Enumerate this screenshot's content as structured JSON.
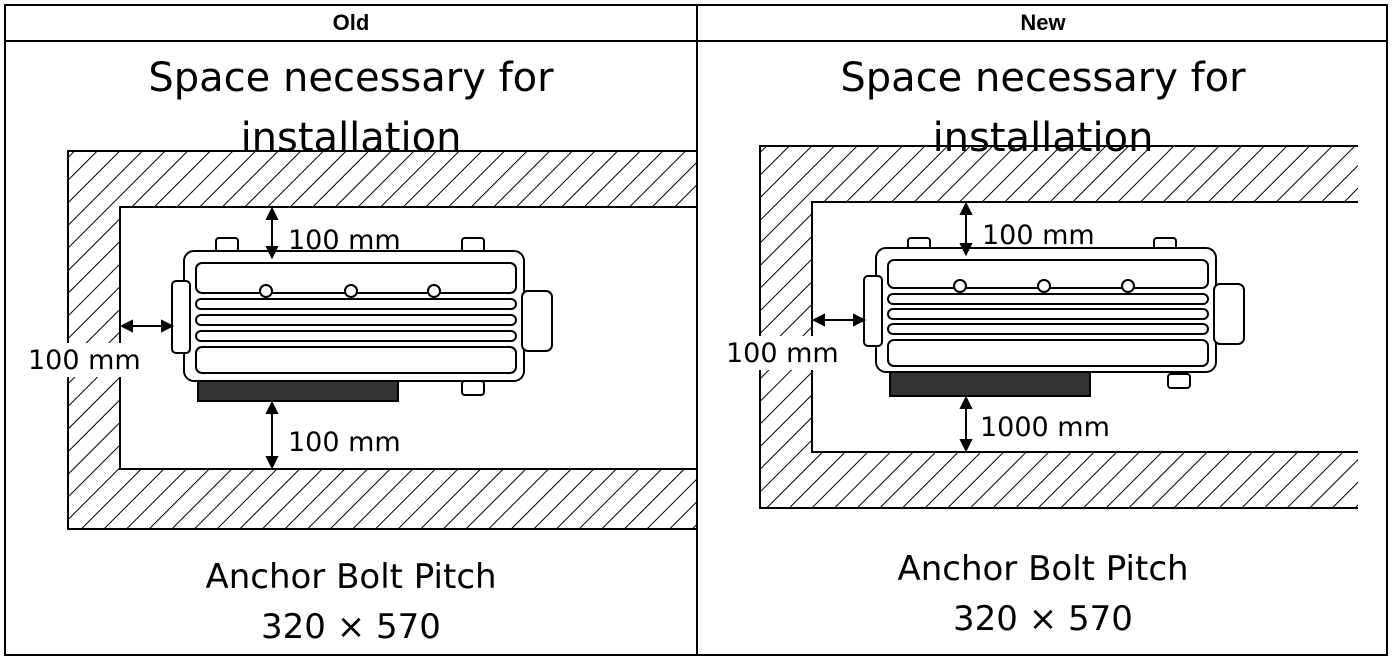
{
  "table": {
    "header_left": "Old",
    "header_right": "New"
  },
  "old": {
    "title_line1": "Space necessary for",
    "title_line2": "installation",
    "clearance_top": "100 mm",
    "clearance_side": "100 mm",
    "clearance_bottom": "100 mm",
    "anchor_label": "Anchor Bolt Pitch",
    "anchor_value": "320 × 570"
  },
  "new": {
    "title_line1": "Space necessary for",
    "title_line2": "installation",
    "clearance_top": "100 mm",
    "clearance_side": "100 mm",
    "clearance_bottom": "1000 mm",
    "anchor_label": "Anchor Bolt Pitch",
    "anchor_value": "320 × 570"
  }
}
